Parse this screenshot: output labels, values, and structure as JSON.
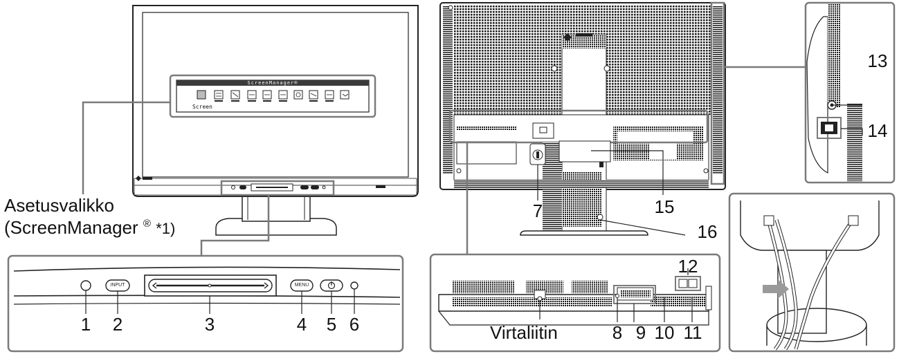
{
  "labels": {
    "settings_menu": "Asetusvalikko",
    "screenmanager_prefix": "(ScreenManager",
    "screenmanager_mark": "®",
    "screenmanager_note": "*1)",
    "power_connector": "Virtaliitin"
  },
  "screenmanager_menu": {
    "title": "ScreenManager®",
    "selected_item": "Screen"
  },
  "front_panel_buttons": {
    "input": "INPUT",
    "menu": "MENU"
  },
  "callouts": [
    "1",
    "2",
    "3",
    "4",
    "5",
    "6",
    "7",
    "8",
    "9",
    "10",
    "11",
    "12",
    "13",
    "14",
    "15",
    "16"
  ],
  "colors": {
    "outline": "#7a7a7a",
    "monitor_body": "#f4f4f4",
    "bezel": "#3a3a3a",
    "vent_pattern": "#222222",
    "arrow": "#9a9a9a"
  }
}
